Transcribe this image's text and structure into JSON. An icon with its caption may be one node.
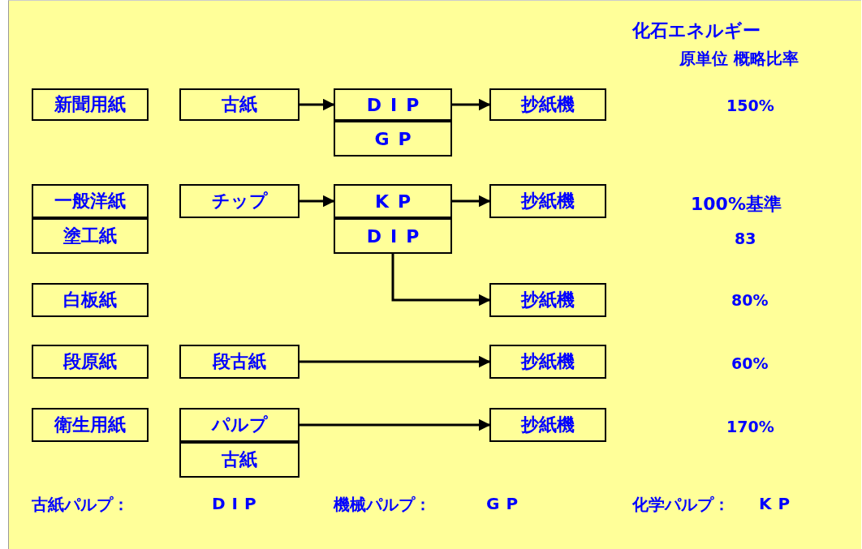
{
  "diagram": {
    "nodes": [
      {
        "text": [
          "新聞用紙"
        ]
      },
      {
        "text": [
          "古紙"
        ]
      },
      {
        "text": [
          "DIP"
        ]
      },
      {
        "text": [
          "GP"
        ]
      },
      {
        "text": [
          "抄紙機"
        ]
      },
      {
        "text": [
          "一般洋紙"
        ]
      },
      {
        "text": [
          "塗工紙"
        ]
      },
      {
        "text": [
          "チップ"
        ]
      },
      {
        "text": [
          "KP"
        ]
      },
      {
        "text": [
          "DIP"
        ]
      },
      {
        "text": [
          "抄紙機"
        ]
      },
      {
        "text": [
          "白板紙"
        ]
      },
      {
        "text": [
          "抄紙機"
        ]
      },
      {
        "text": [
          "段原紙"
        ]
      },
      {
        "text": [
          "段古紙"
        ]
      },
      {
        "text": [
          "抄紙機"
        ]
      },
      {
        "text": [
          "衛生用紙"
        ]
      },
      {
        "text": [
          "パルプ"
        ]
      },
      {
        "text": [
          "古紙"
        ]
      },
      {
        "text": [
          "抄紙機"
        ]
      }
    ],
    "edges": [
      {
        "from": 1,
        "to": 2,
        "arrow": "to"
      },
      {
        "from": 2,
        "to": 4,
        "arrow": "to"
      },
      {
        "from": 7,
        "to": 8,
        "arrow": "to"
      },
      {
        "from": 8,
        "to": 10,
        "arrow": "to"
      },
      {
        "from": 9,
        "to": 12,
        "arrow": "to"
      },
      {
        "from": 14,
        "to": 15,
        "arrow": "to"
      },
      {
        "from": 17,
        "to": 19,
        "arrow": "to"
      }
    ],
    "labels": [
      "化石エネルギー",
      "原単位 概略比率",
      "150%",
      "100%基準",
      "83",
      "80%",
      "60%",
      "170%",
      "古紙パルプ：",
      "DIP",
      "機械パルプ：",
      "GP",
      "化学パルプ：",
      "KP"
    ]
  }
}
